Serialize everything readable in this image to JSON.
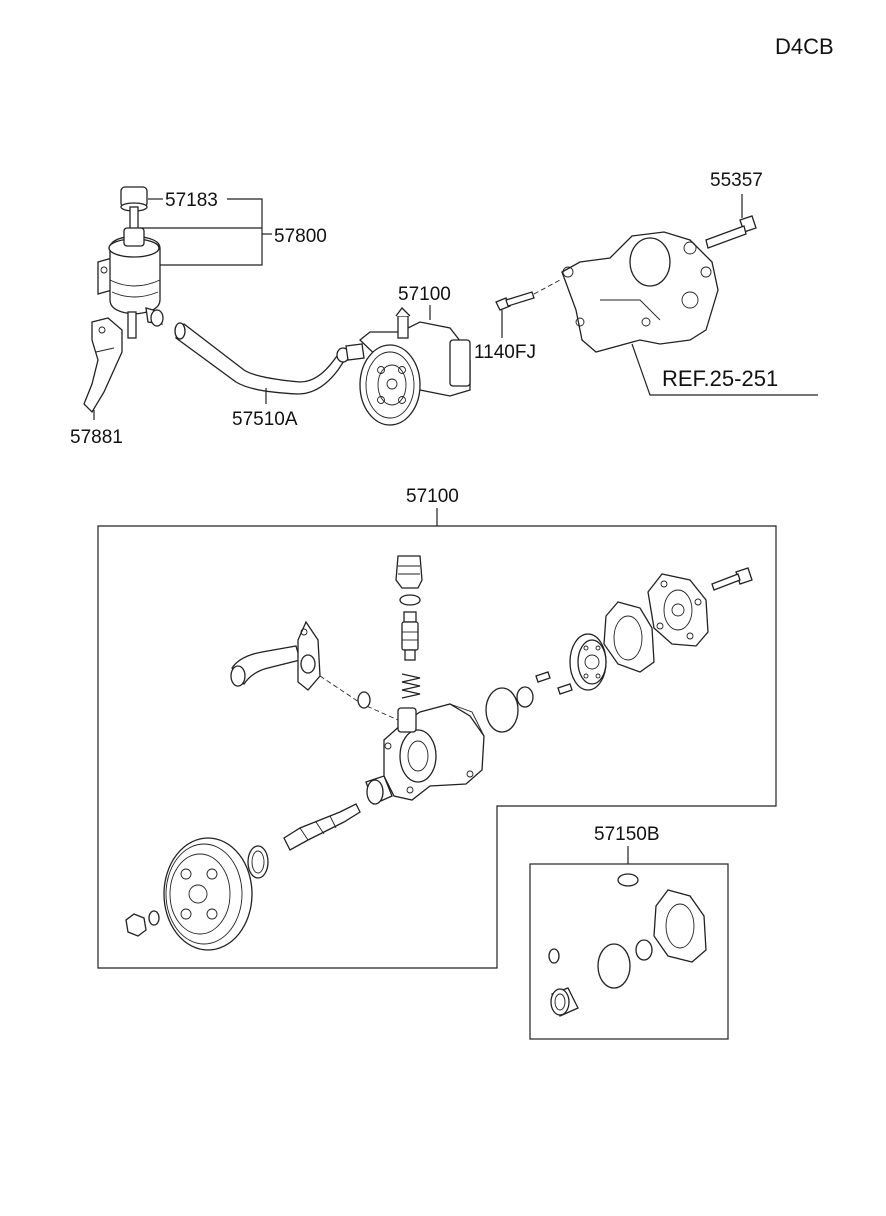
{
  "page": {
    "engine_code": "D4CB"
  },
  "callouts": {
    "c57183": "57183",
    "c57800": "57800",
    "c57881": "57881",
    "c57510A": "57510A",
    "c57100_top": "57100",
    "c1140FJ": "1140FJ",
    "c55357": "55357",
    "ref": "REF.25-251",
    "c57100_detail": "57100",
    "c57150B": "57150B"
  },
  "colors": {
    "line": "#222222",
    "background": "#ffffff"
  }
}
